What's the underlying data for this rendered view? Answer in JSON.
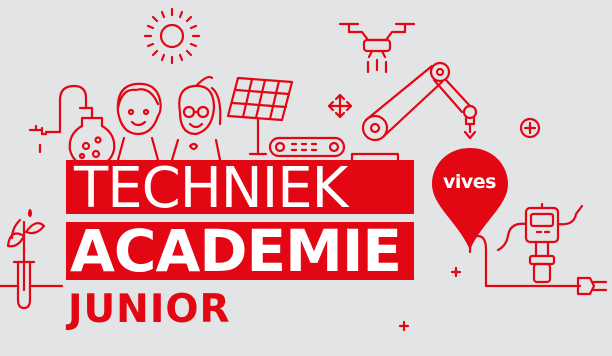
{
  "logo": {
    "line1": "TECHNIEK",
    "line2": "ACADEMIE",
    "subtitle": "JUNIOR",
    "brand": "vives"
  },
  "colors": {
    "brand_red": "#e30613",
    "background": "#e3e4e6",
    "text_on_red": "#ffffff"
  },
  "icons": [
    "sun-icon",
    "drone-icon",
    "robot-arm-icon",
    "solar-panel-icon",
    "conveyor-belt-icon",
    "children-icon",
    "chemistry-flask-icon",
    "robot-icon",
    "plant-test-tube-icon",
    "plus-icon",
    "move-arrows-icon",
    "plug-icon"
  ]
}
